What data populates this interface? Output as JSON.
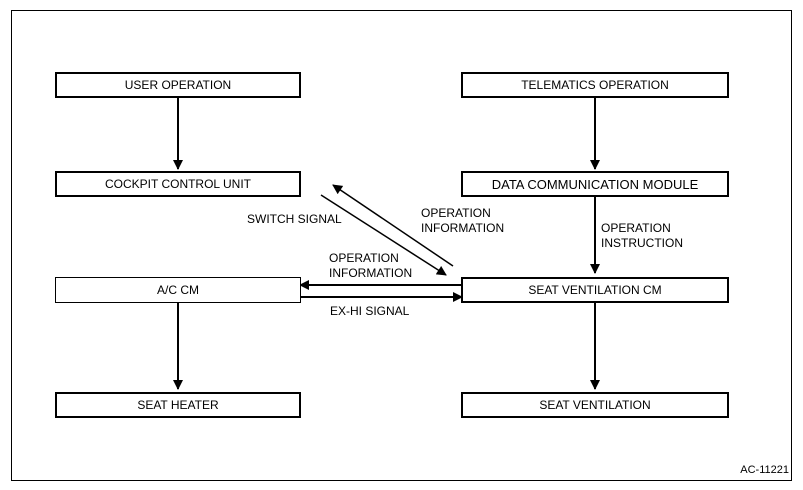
{
  "boxes": {
    "user_operation": "USER OPERATION",
    "telematics_operation": "TELEMATICS OPERATION",
    "cockpit_control_unit": "COCKPIT CONTROL UNIT",
    "data_communication_module": "DATA COMMUNICATION MODULE",
    "ac_cm": "A/C CM",
    "seat_ventilation_cm": "SEAT VENTILATION CM",
    "seat_heater": "SEAT HEATER",
    "seat_ventilation": "SEAT VENTILATION"
  },
  "labels": {
    "switch_signal": "SWITCH SIGNAL",
    "operation_information_1": [
      "OPERATION",
      "INFORMATION"
    ],
    "operation_instruction": [
      "OPERATION",
      "INSTRUCTION"
    ],
    "operation_information_2": [
      "OPERATION",
      "INFORMATION"
    ],
    "ex_hi_signal": "EX-HI SIGNAL"
  },
  "reference_code": "AC-11221"
}
